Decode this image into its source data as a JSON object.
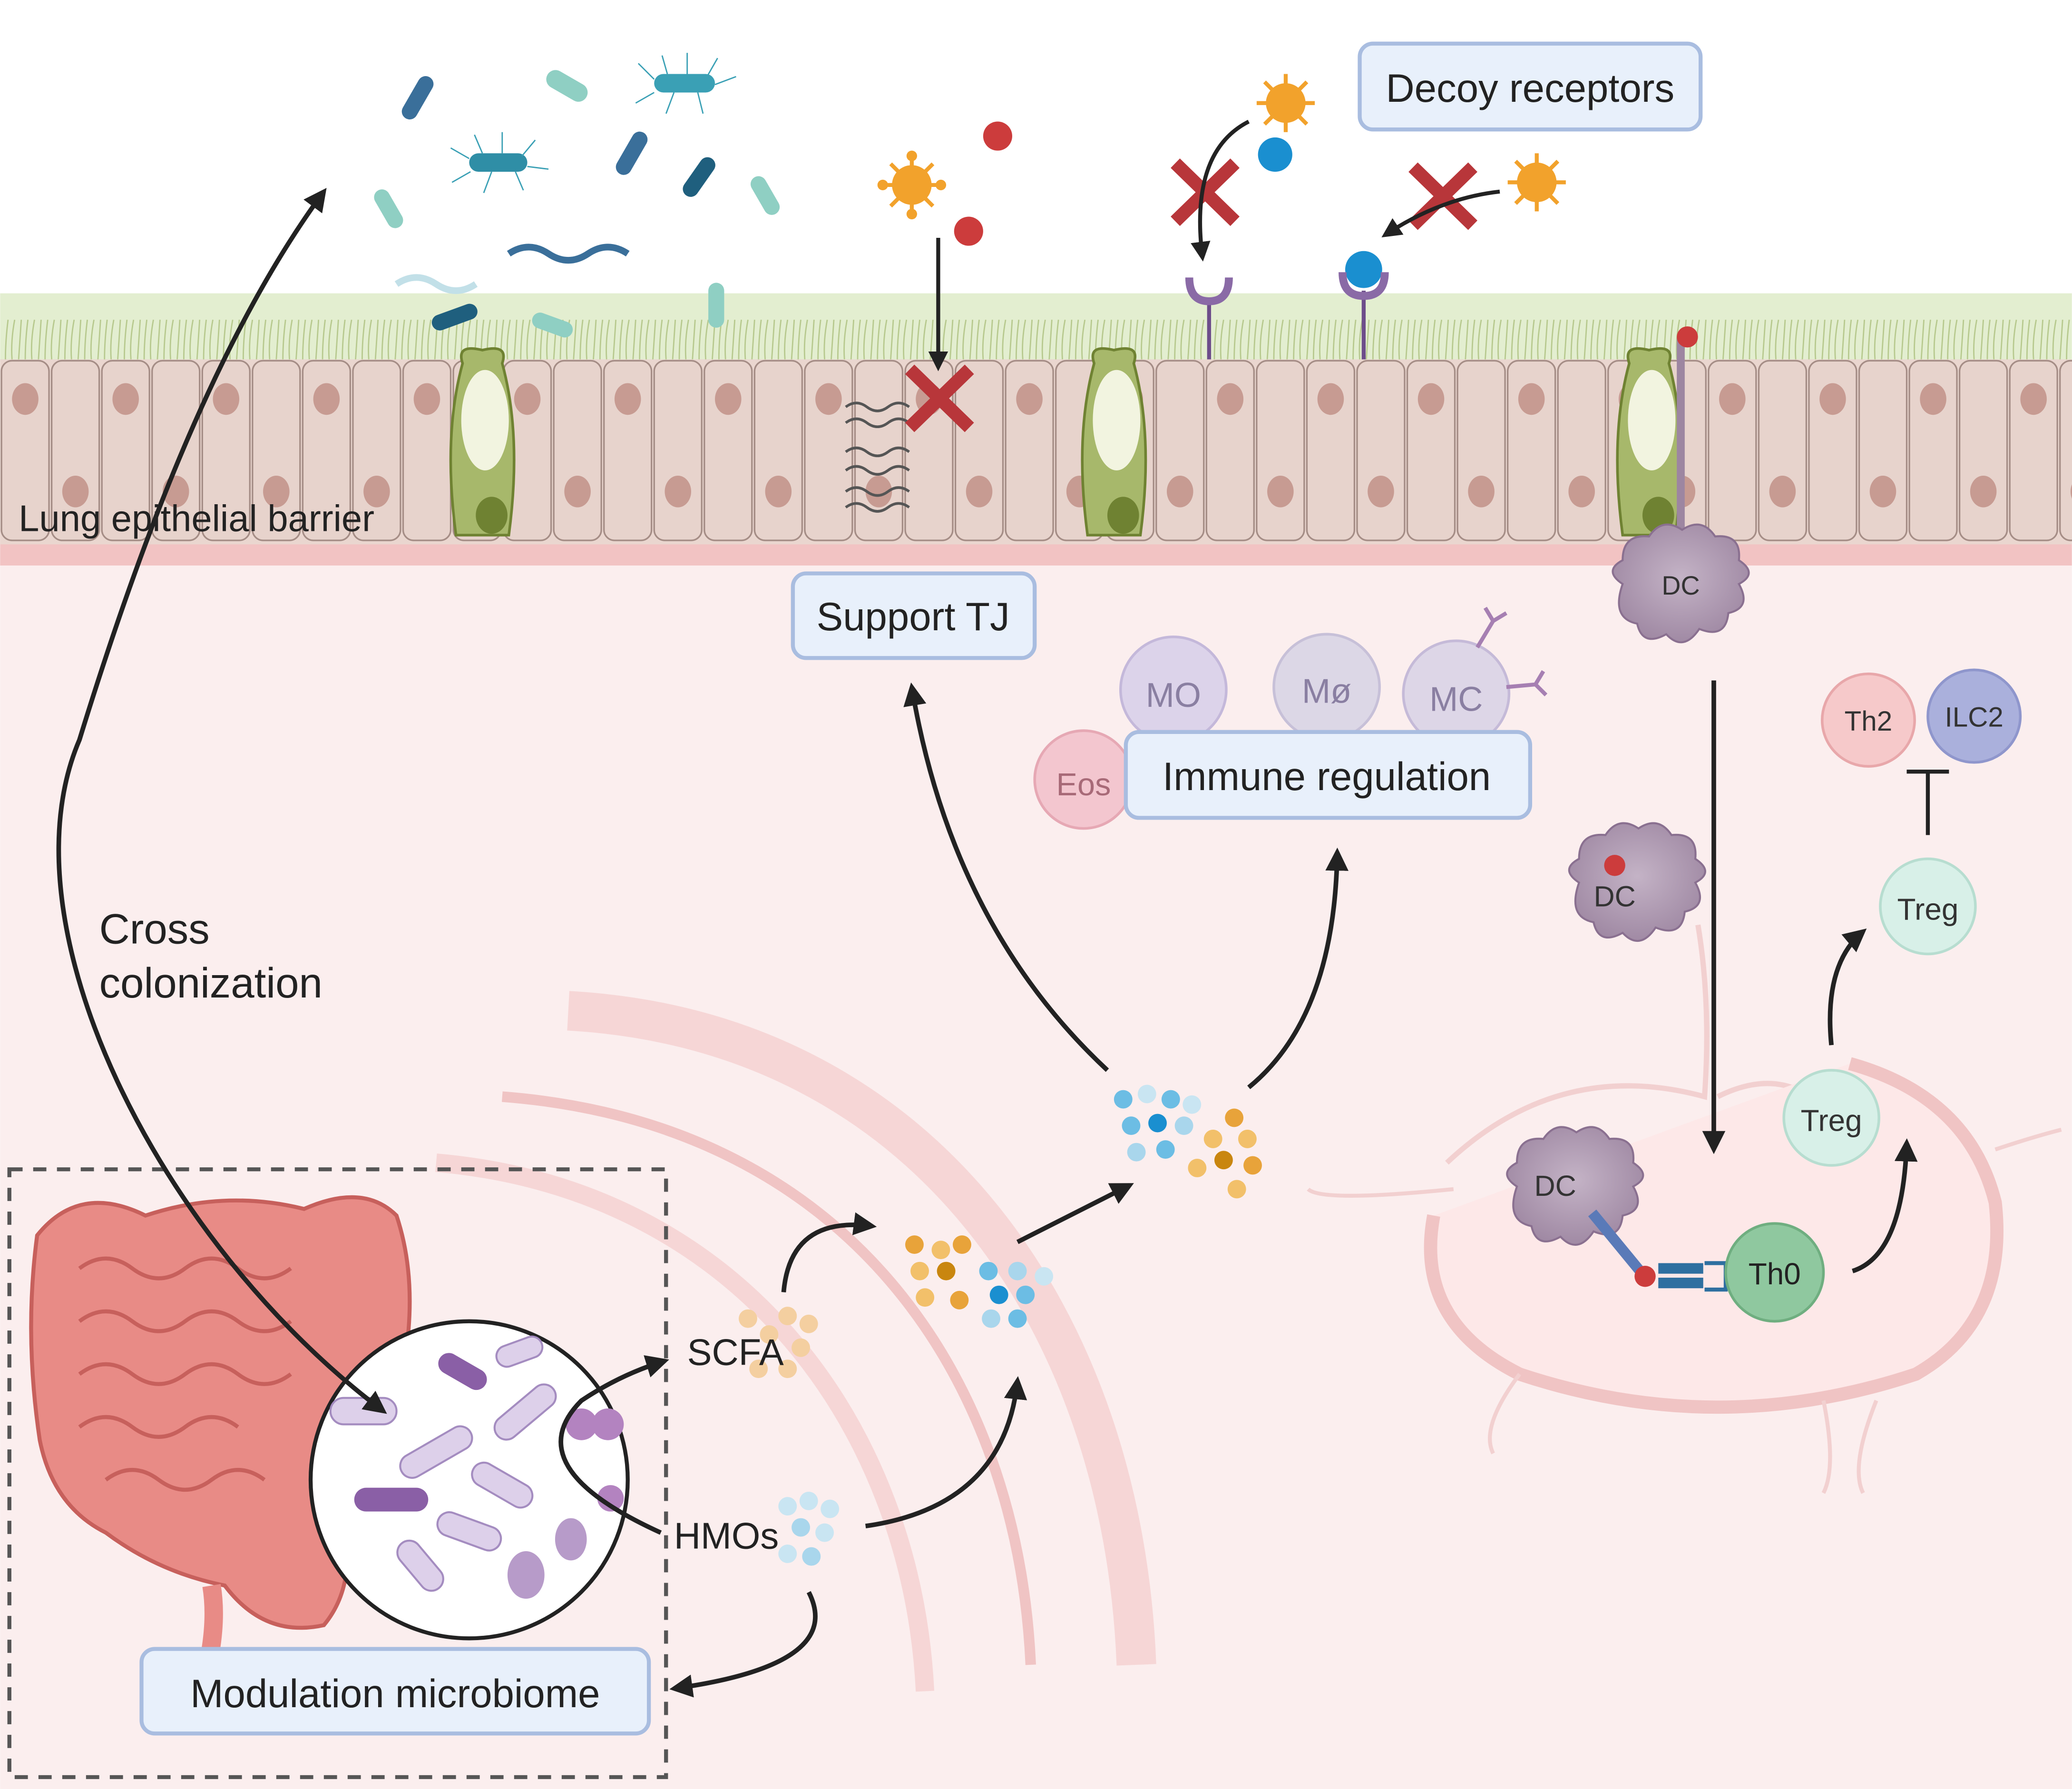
{
  "labels": {
    "lung_barrier": "Lung epithelial barrier",
    "decoy": "Decoy receptors",
    "support_tj": "Support TJ",
    "immune_regulation": "Immune regulation",
    "cross_line1": "Cross",
    "cross_line2": "colonization",
    "scfa": "SCFA",
    "hmos": "HMOs",
    "modulation": "Modulation microbiome"
  },
  "cells": {
    "mo": "MO",
    "mphi": "Mø",
    "mc": "MC",
    "eos": "Eos",
    "dc_barrier": "DC",
    "dc_tissue": "DC",
    "dc_lymph": "DC",
    "th0": "Th0",
    "treg_node": "Treg",
    "treg_out": "Treg",
    "th2": "Th2",
    "ilc2": "ILC2"
  },
  "colors": {
    "label_box_fill": "#e8f0fb",
    "label_box_border": "#a9bde0",
    "cilia": "#c9d9a5",
    "epithelium": "#e7d3cc",
    "nucleus": "#c79b92",
    "goblet": "#a3b468",
    "tissue": "#fbeeee",
    "blocker_x": "#b8363a",
    "virus": "#f2a22c",
    "arrow": "#222222"
  }
}
